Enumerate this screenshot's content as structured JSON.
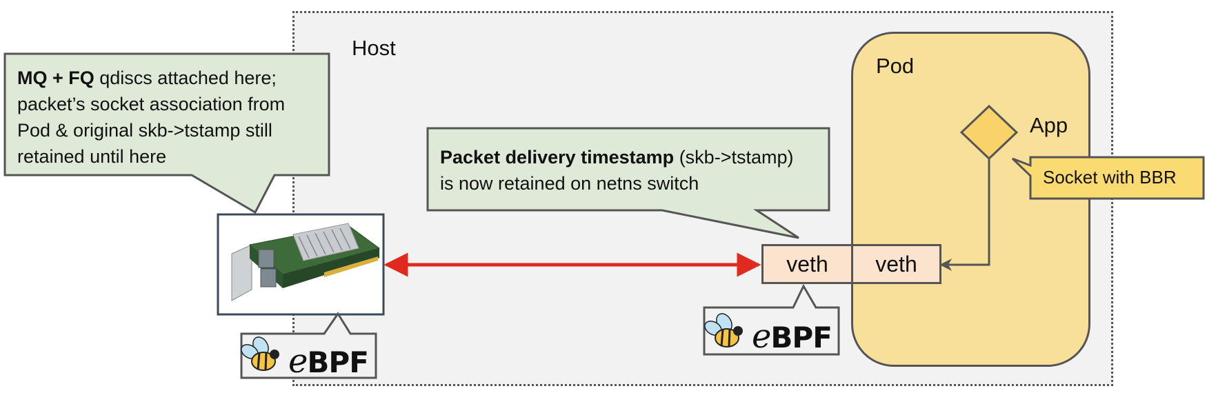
{
  "host": {
    "label": "Host"
  },
  "pod": {
    "label": "Pod",
    "app_label": "App"
  },
  "callout_left": {
    "bold": "MQ + FQ",
    "line1_rest": " qdiscs attached here;",
    "line2": "packet’s socket association from",
    "line3": "Pod & original skb->tstamp still",
    "line4": "retained until here"
  },
  "callout_mid": {
    "bold": "Packet delivery timestamp",
    "line1_rest": " (skb->tstamp)",
    "line2": "is now retained on netns switch"
  },
  "socket_label": "Socket with BBR",
  "veth": {
    "left": "veth",
    "right": "veth"
  },
  "ebpf": {
    "e": "e",
    "bpf": "BPF"
  },
  "colors": {
    "callout_fill": "#dfe9d7",
    "pod_fill": "#f8e09a",
    "veth_fill": "#fbe3cd",
    "socket_fill": "#f9db72",
    "arrow": "#e0291f",
    "host_fill": "#f2f2f2"
  },
  "icons": [
    "network-card-image",
    "ebpf-bee-logo",
    "app-diamond-icon"
  ]
}
